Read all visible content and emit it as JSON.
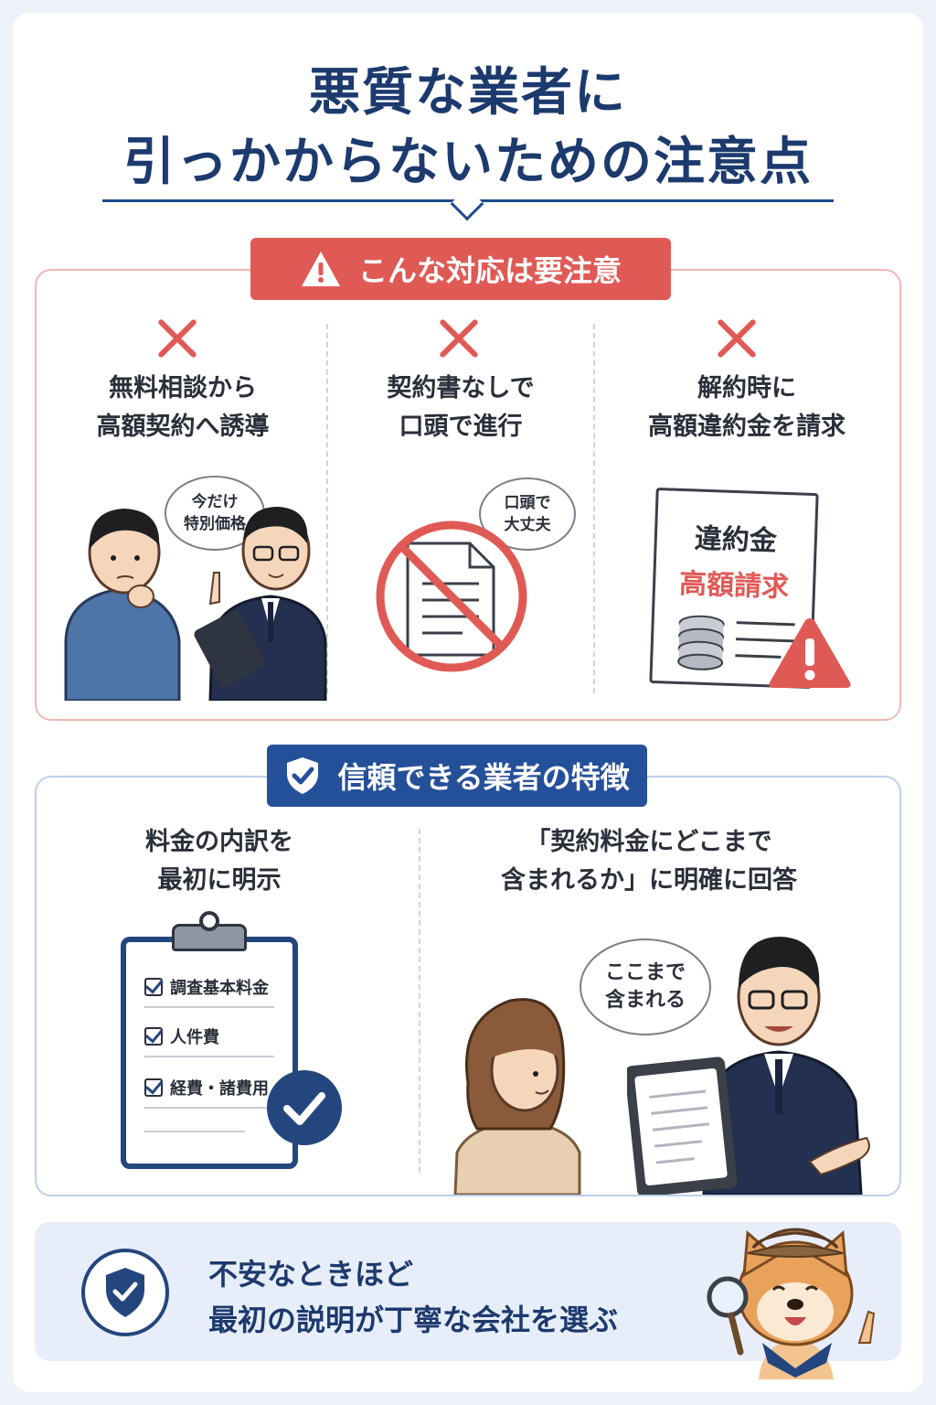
{
  "title": {
    "line1": "悪質な業者に",
    "line2": "引っかからないための注意点"
  },
  "warning": {
    "label": "こんな対応は要注意",
    "items": [
      {
        "line1": "無料相談から",
        "line2": "高額契約へ誘導",
        "bubble": [
          "今だけ",
          "特別価格"
        ]
      },
      {
        "line1": "契約書なしで",
        "line2": "口頭で進行",
        "bubble": [
          "口頭で",
          "大丈夫"
        ]
      },
      {
        "line1": "解約時に",
        "line2": "高額違約金を請求",
        "doc_title": "違約金",
        "doc_subtitle": "高額請求"
      }
    ]
  },
  "trust": {
    "label": "信頼できる業者の特徴",
    "items": [
      {
        "line1": "料金の内訳を",
        "line2": "最初に明示",
        "checklist": [
          "調査基本料金",
          "人件費",
          "経費・諸費用"
        ]
      },
      {
        "line1": "「契約料金にどこまで",
        "line2": "含まれるか」に明確に回答",
        "bubble": [
          "ここまで",
          "含まれる"
        ]
      }
    ]
  },
  "footer": {
    "line1": "不安なときほど",
    "line2": "最初の説明が丁寧な会社を選ぶ"
  },
  "colors": {
    "accent_red": "#e05a55",
    "accent_blue": "#24509a",
    "title_navy": "#1c3a6e"
  },
  "icons": [
    "warning-triangle-icon",
    "x-mark-icon",
    "shield-check-icon",
    "check-circle-icon",
    "magnifier-icon"
  ]
}
